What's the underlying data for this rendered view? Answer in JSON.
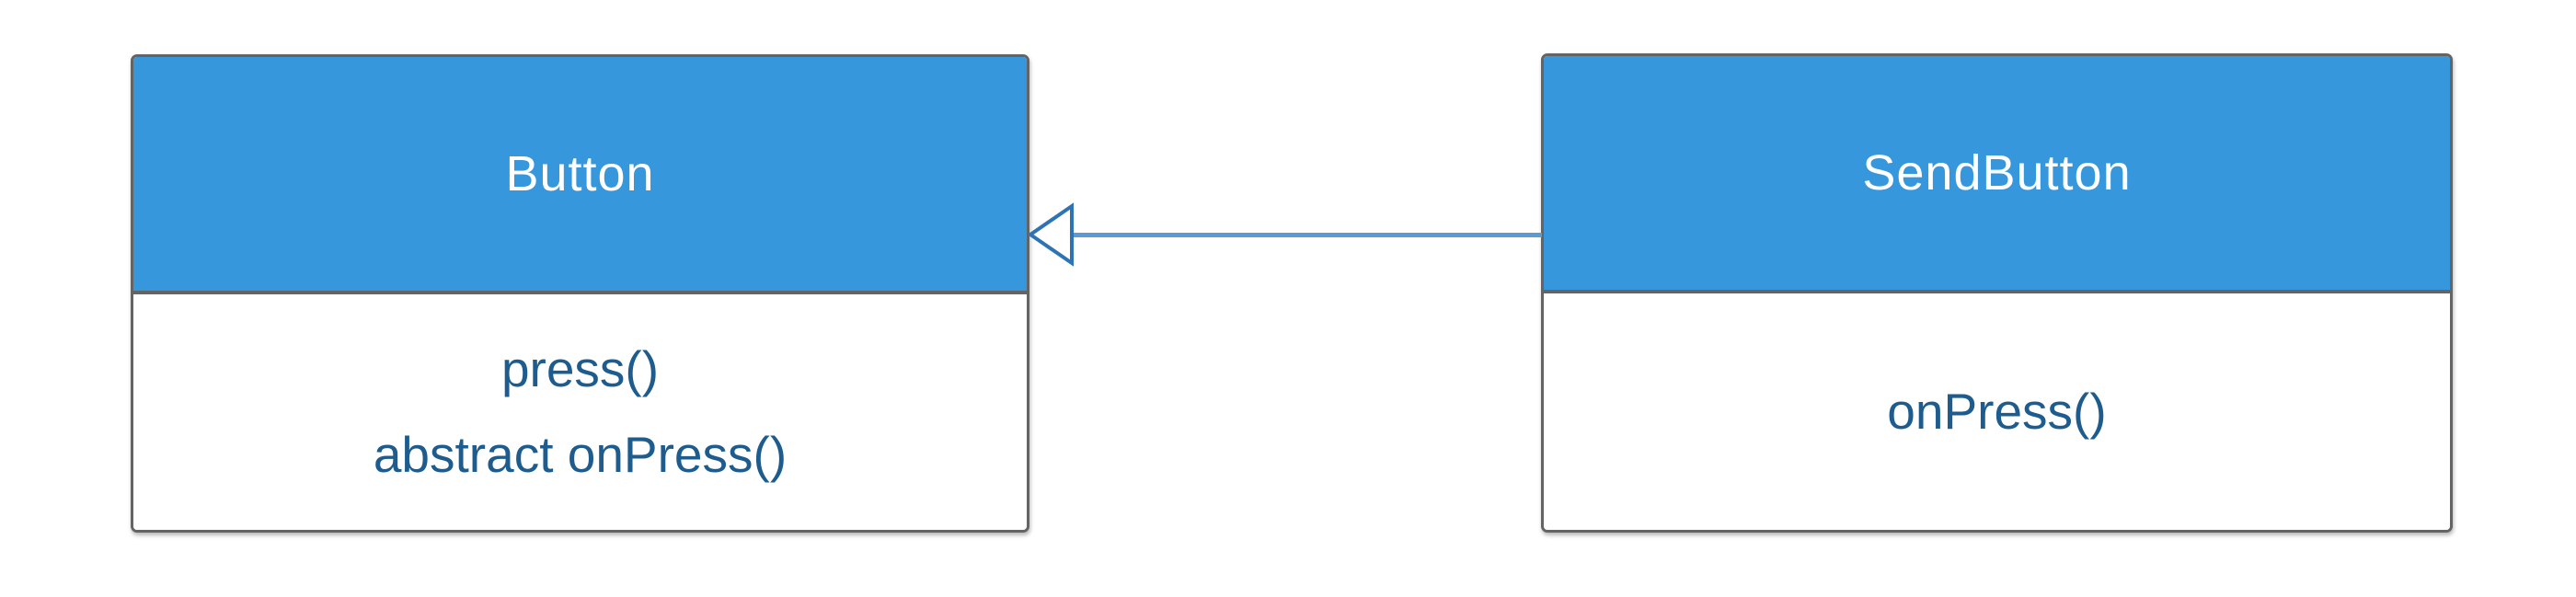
{
  "diagram": {
    "classes": [
      {
        "name": "Button",
        "methods": [
          "press()",
          "abstract onPress()"
        ]
      },
      {
        "name": "SendButton",
        "methods": [
          "onPress()"
        ]
      }
    ],
    "relationship": {
      "type": "inheritance",
      "from": "SendButton",
      "to": "Button"
    }
  },
  "colors": {
    "header_blue": "#3697dc",
    "border_gray": "#646464",
    "method_text_blue": "#1e5c8e",
    "connector_line_blue": "#5b9bd5",
    "triangle_stroke_blue": "#2e74b5",
    "title_text": "#ffffff"
  }
}
